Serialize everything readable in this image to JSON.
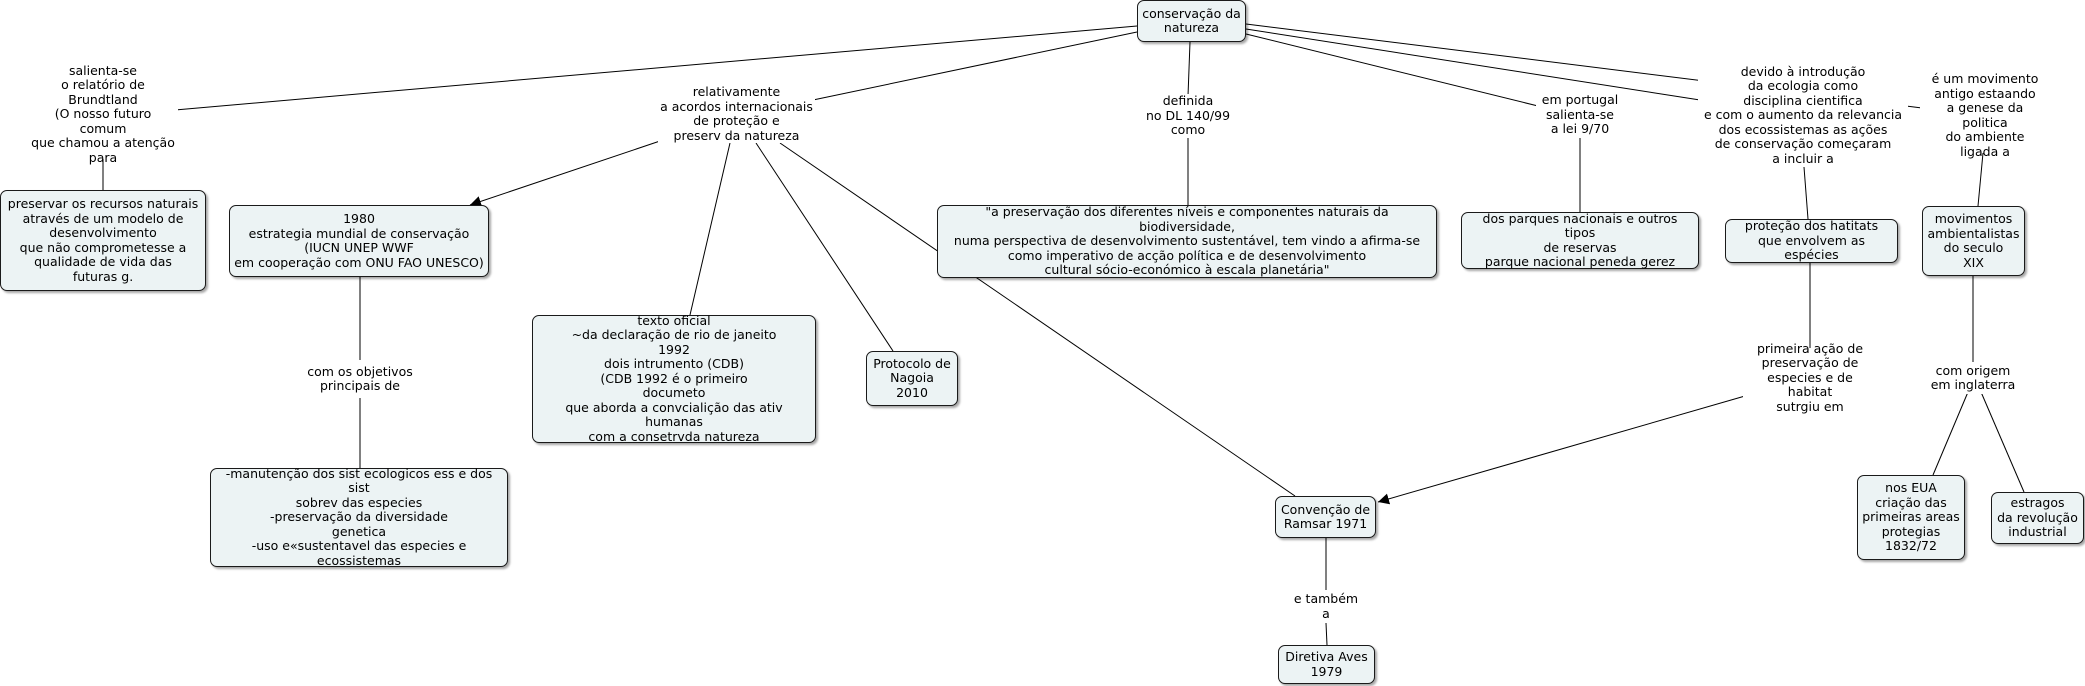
{
  "concepts": {
    "root": "conservação da\nnatureza",
    "preservar": "preservar os recursos naturais\natravés de um modelo de\ndesenvolvimento\n que não comprometesse a\nqualidade de vida das\nfuturas g.",
    "estrategia": "1980\nestrategia mundial de conservação\n(IUCN UNEP WWF\nem cooperação com ONU FAO UNESCO)",
    "manutencao": "-manutenção dos sist ecologicos ess e dos sist\nsobrev das especies\n-preservação da diversidade\ngenetica\n-uso e«sustentavel das especies e\necossistemas",
    "texto_oficial": "texto oficial\n~da declaração de rio de janeito\n1992\ndois intrumento (CDB)\n(CDB 1992 é o primeiro\ndocumeto\nque aborda a convcialição das ativ humanas\ncom a consetrvda natureza",
    "nagoia": "Protocolo de\nNagoia\n2010",
    "definicao": "\"a preservação dos diferentes níveis e componentes naturais da biodiversidade,\nnuma perspectiva de desenvolvimento sustentável, tem vindo a afirma-se\ncomo imperativo de acção política e de desenvolvimento\ncultural sócio-económico à escala planetária\"",
    "parques": "dos parques nacionais e outros tipos\nde reservas\nparque nacional peneda gerez",
    "habitats": "proteção dos hatitats\nque envolvem as espécies",
    "movimentos": "movimentos\nambientalistas\ndo seculo\nXIX",
    "ramsar": "Convenção de\nRamsar 1971",
    "aves": "Diretiva Aves\n1979",
    "eua": "nos EUA\ncriação das\nprimeiras areas\nprotegias\n1832/72",
    "estragos": "estragos\nda revolução\nindustrial"
  },
  "links": {
    "salienta": "salienta-se\no relatório de\nBrundtland\n(O nosso futuro comum\nque chamou a atenção\npara",
    "relativamente": "relativamente\na acordos internacionais\nde proteção e\npreserv da natureza",
    "definida": "definida\nno DL 140/99\ncomo",
    "portugal": "em portugal\nsalienta-se\na lei 9/70",
    "devido": "devido  à introdução\nda ecologia como\ndisciplina cientifica\ne com o aumento da relevancia\ndos ecossistemas as ações\nde conservação começaram\na incluir a",
    "movimento_antigo": "é um movimento\nantigo estaando\na genese da politica\ndo ambiente\nligada a",
    "objetivos": "com os objetivos\nprincipais de",
    "primeira_acao": "primeira ação de\npreservação de\nespecies e de habitat\nsutrgiu em",
    "tambem": "e também\na",
    "origem": "com origem\nem inglaterra"
  }
}
